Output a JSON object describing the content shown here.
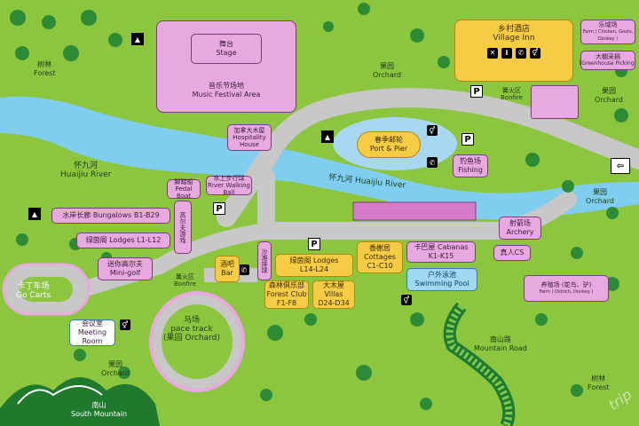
{
  "colors": {
    "grass": "#8cc63f",
    "river": "#7fcdef",
    "road": "#c8c8c8",
    "building": "#e8a9e0",
    "highlight": "#f7cc45",
    "pool": "#9ed8f2"
  },
  "labels": {
    "forest_left": "树林",
    "forest_left_en": "Forest",
    "stage": "舞台",
    "stage_en": "Stage",
    "music_festival": "音乐节场地",
    "music_festival_en": "Music Festival Area",
    "orchard_top": "果园",
    "orchard_top_en": "Orchard",
    "village_inn": "乡村酒店",
    "village_inn_en": "Village Inn",
    "farm": "乐域场",
    "farm_en": "Farm ( Chicken, Goats, Donkey )",
    "greenhouse": "大棚采摘",
    "greenhouse_en": "Greenhouse Picking",
    "orchard_right": "果园",
    "orchard_right_en": "Orchard",
    "bonfire_top": "篝火区",
    "bonfire_top_en": "Bonfire",
    "hospitality": "加拿大木屋",
    "hospitality_en": "Hospitality House",
    "port": "春季邮轮",
    "port_en": "Port & Pier",
    "fishing": "钓鱼场",
    "fishing_en": "Fishing",
    "river_cn": "怀九河",
    "river_en": "Huaijiu River",
    "river_mid": "怀九河 Huaijiu River",
    "pedal_boat": "脚踏船",
    "pedal_boat_en": "Pedal Boat",
    "river_walking_ball": "水上步行球",
    "river_walking_ball_en": "River Walking Ball",
    "orchard_right2": "果园",
    "orchard_right2_en": "Orchard",
    "bungalows": "水岸长廊 Bungalows B1-B29",
    "lodges_left": "绿茵阁 Lodges L1-L12",
    "archery": "射箭场",
    "archery_en": "Archery",
    "minigolf": "迷你高尔夫",
    "minigolf_en": "Mini-golf",
    "bar": "酒吧",
    "bar_en": "Bar",
    "lodges_mid": "绿茵阁 Lodges",
    "lodges_mid_range": "L14-L24",
    "cottages": "香榭居",
    "cottages_en": "Cottages",
    "cottages_range": "C1-C10",
    "cabanas": "卡巴屋 Cabanas",
    "cabanas_range": "K1-K15",
    "real_cs": "真人CS",
    "forest_club": "森林俱乐部",
    "forest_club_en": "Forest Club",
    "forest_club_range": "F1-F8",
    "villas": "大木屋",
    "villas_en": "Villas",
    "villas_range": "D24-D34",
    "swimming": "户外泳池",
    "swimming_en": "Swimming Pool",
    "bonfire_mid": "篝火区",
    "bonfire_mid_en": "Bonfire",
    "go_carts": "卡丁车场",
    "go_carts_en": "Go Carts",
    "meeting": "会议室",
    "meeting_en": "Meeting Room",
    "pace_track": "马场",
    "pace_track_en": "pace track",
    "pace_track_sub": "(果园 Orchard)",
    "orchard_bottom": "果园",
    "orchard_bottom_en": "Orchard",
    "south_mountain": "南山",
    "south_mountain_en": "South Mountain",
    "mountain_road": "南山路",
    "mountain_road_en": "Mountain Road",
    "breeding": "养殖场 (鸵鸟、驴)",
    "breeding_en": "Farm ( Ostrich, Donkey )",
    "forest_right": "树林",
    "forest_right_en": "Forest",
    "sand_volleyball": "沙滩排球",
    "kids_area": "高尔夫游戏",
    "watermark": "trip"
  }
}
